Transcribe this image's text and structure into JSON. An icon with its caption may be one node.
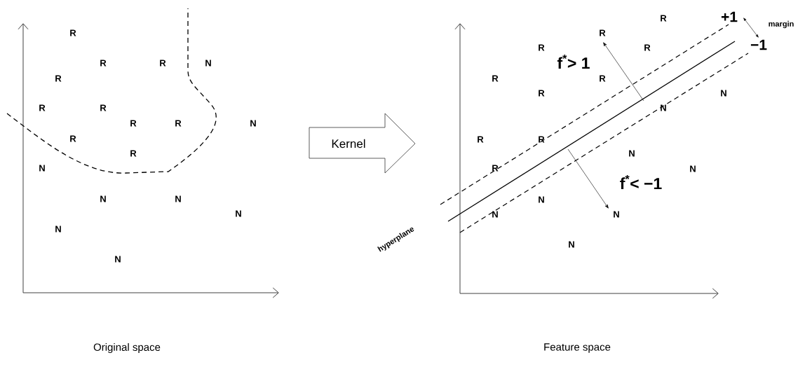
{
  "diagram": {
    "nodes": [
      {
        "text": [
          "Kernel"
        ]
      }
    ],
    "edges": [],
    "labels": [
      "R",
      "R",
      "R",
      "N",
      "R",
      "R",
      "R",
      "R",
      "R",
      "N",
      "R",
      "R",
      "N",
      "N",
      "N",
      "N",
      "N",
      "N",
      "Original space",
      "R",
      "+1",
      "margin",
      "R",
      "R",
      "R",
      "−1",
      "f$^{*}$> 1",
      "R",
      "R",
      "R",
      "N",
      "N",
      "R",
      "R",
      "N",
      "R",
      "N",
      "f$^{*}$< −1",
      "N",
      "N",
      "N",
      "hyperplane",
      "N",
      "Feature space"
    ]
  }
}
